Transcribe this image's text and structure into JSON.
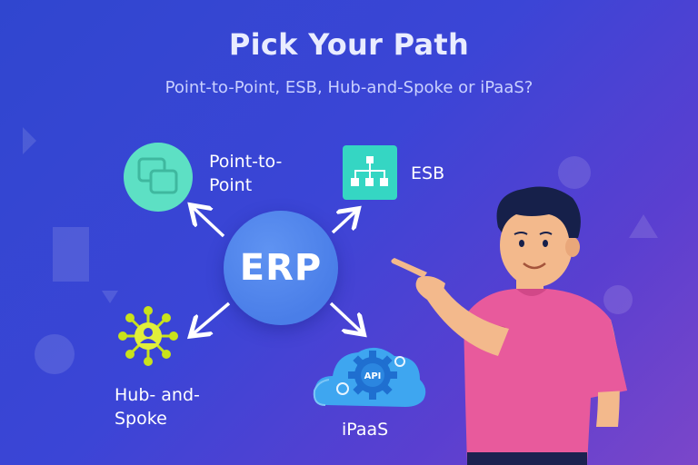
{
  "header": {
    "title": "Pick Your Path",
    "subtitle": "Point-to-Point, ESB, Hub-and-Spoke or iPaaS?"
  },
  "center": {
    "label": "ERP"
  },
  "options": {
    "p2p": {
      "line1": "Point-to-",
      "line2": "Point",
      "icon": "overlapping-squares-icon"
    },
    "esb": {
      "label": "ESB",
      "icon": "network-hierarchy-icon"
    },
    "hub": {
      "line1": "Hub- and-",
      "line2": "Spoke",
      "icon": "hub-spoke-user-icon"
    },
    "ipaas": {
      "label": "iPaaS",
      "cloud_text": "API",
      "icon": "cloud-gear-icon"
    }
  },
  "colors": {
    "bg_start": "#3046cf",
    "bg_end": "#7b46c9",
    "erp": "#4a7ee8",
    "p2p": "#5de0c4",
    "esb": "#35d6c3",
    "hub": "#c9e21b",
    "cloud": "#3ea6f0",
    "shirt": "#e85a9c"
  }
}
